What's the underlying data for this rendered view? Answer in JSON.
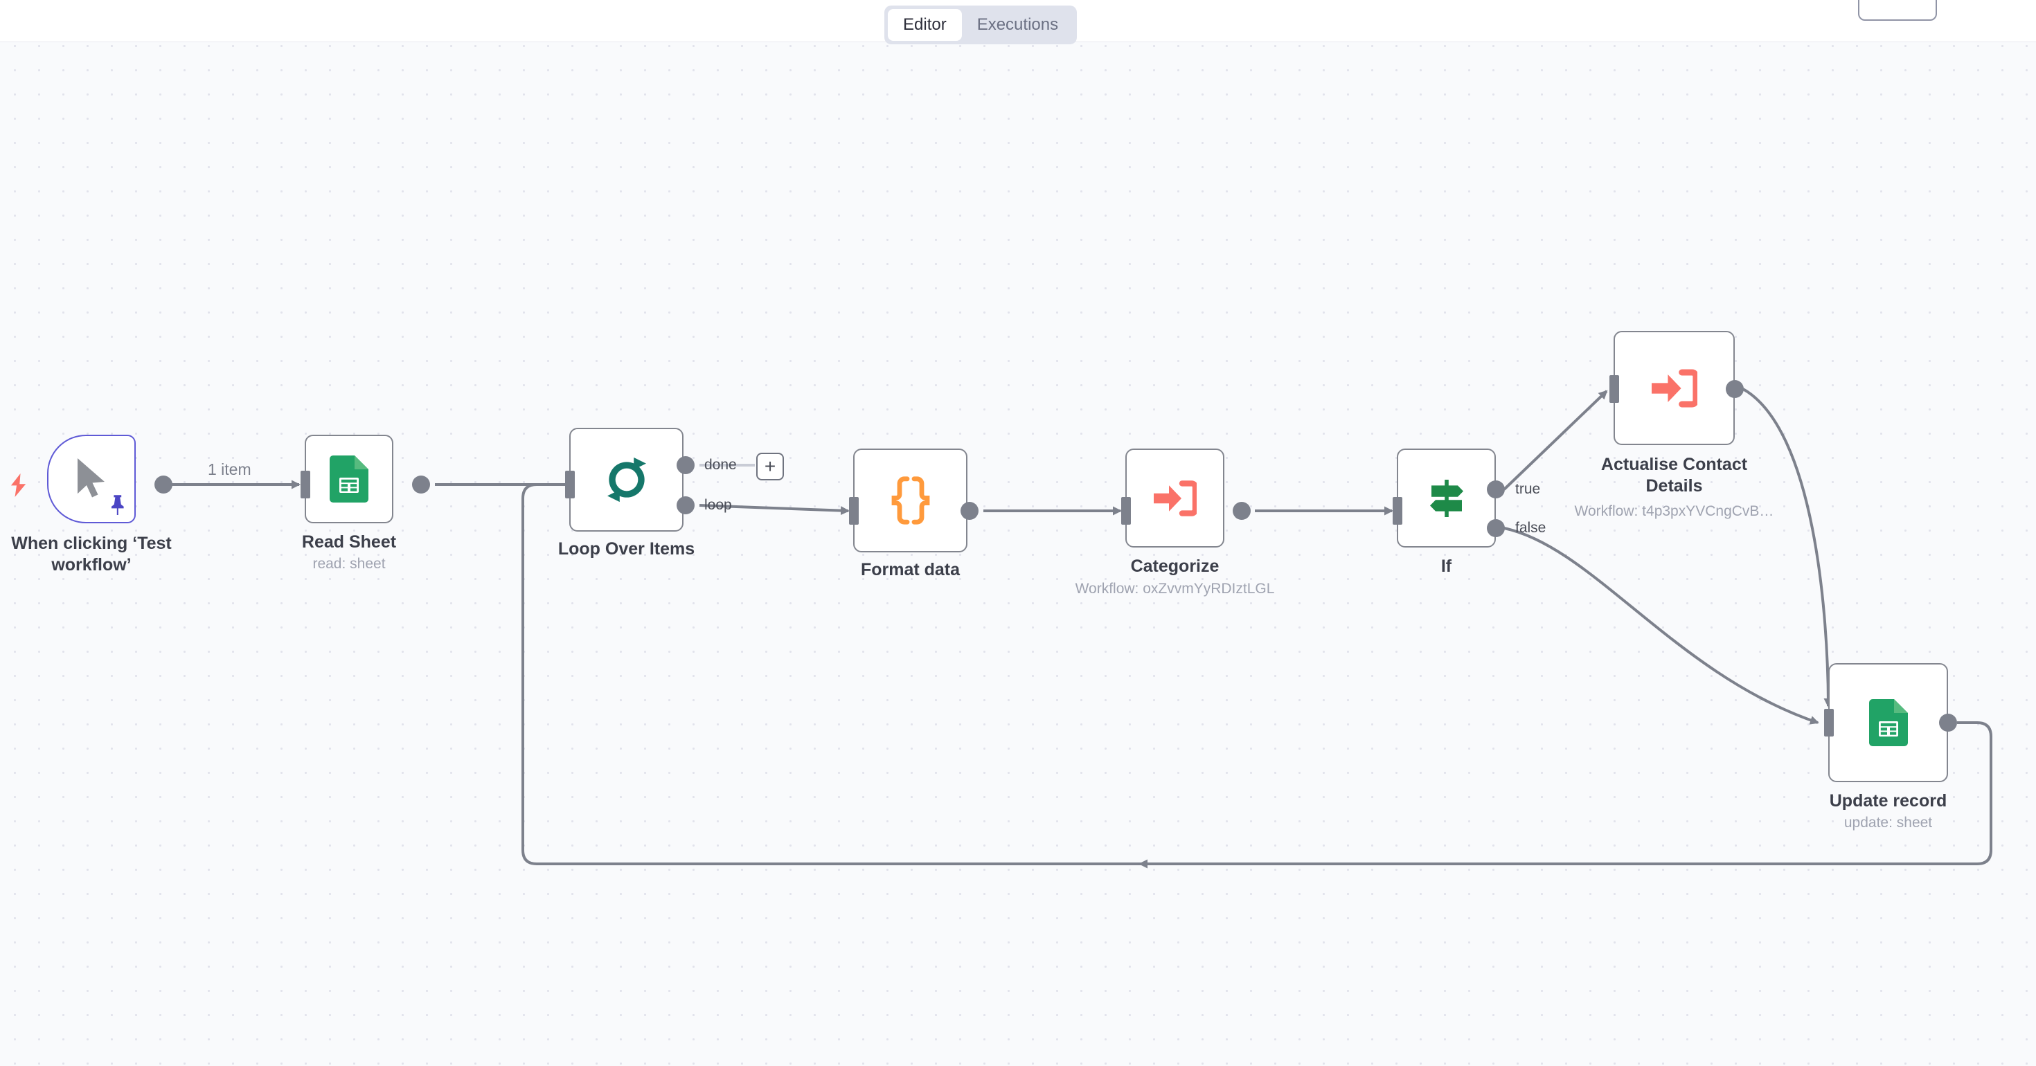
{
  "app": {
    "name": "n8n-workflow-editor",
    "canvas_bg": "#f9fafc",
    "grid_dot_color": "#e2e3ec"
  },
  "topbar": {
    "tabs": [
      {
        "label": "Editor",
        "active": true
      },
      {
        "label": "Executions",
        "active": false
      }
    ],
    "corner_button_label": ""
  },
  "colors": {
    "trigger_accent": "#5f5ad6",
    "node_border": "#83868f",
    "wire": "#7d818c",
    "sheets_green": "#21a366",
    "code_orange": "#ff9a3c",
    "loop_teal": "#15776a",
    "exec_red": "#fa7268",
    "if_green": "#1e8a48",
    "cursor_gray": "#8d9096",
    "pin_purple": "#4b45c4",
    "bolt_orange": "#fa7268"
  },
  "nodes": [
    {
      "id": "trigger",
      "name": "When clicking 'Test workflow'",
      "title": "When clicking ‘Test\nworkflow’",
      "subtitle": "",
      "icon": "cursor-pointer-icon",
      "type": "manual-trigger",
      "pinned": true,
      "has_bolt": true
    },
    {
      "id": "read-sheet",
      "name": "Read Sheet",
      "title": "Read Sheet",
      "subtitle": "read: sheet",
      "icon": "google-sheets-icon",
      "type": "google-sheets"
    },
    {
      "id": "loop-over-items",
      "name": "Loop Over Items",
      "title": "Loop Over Items",
      "subtitle": "",
      "icon": "loop-refresh-icon",
      "type": "split-in-batches",
      "outputs": [
        "done",
        "loop"
      ]
    },
    {
      "id": "format-data",
      "name": "Format data",
      "title": "Format data",
      "subtitle": "",
      "icon": "code-braces-icon",
      "type": "code"
    },
    {
      "id": "categorize",
      "name": "Categorize",
      "title": "Categorize",
      "subtitle": "Workflow: oxZvvmYyRDIztLGL",
      "icon": "execute-workflow-icon",
      "type": "execute-workflow"
    },
    {
      "id": "if",
      "name": "If",
      "title": "If",
      "subtitle": "",
      "icon": "signpost-icon",
      "type": "if",
      "outputs": [
        "true",
        "false"
      ]
    },
    {
      "id": "actualise-contact-details",
      "name": "Actualise Contact Details",
      "title": "Actualise Contact\nDetails",
      "subtitle": "Workflow: t4p3pxYVCngCvB…",
      "icon": "execute-workflow-icon",
      "type": "execute-workflow"
    },
    {
      "id": "update-record",
      "name": "Update record",
      "title": "Update record",
      "subtitle": "update: sheet",
      "icon": "google-sheets-icon",
      "type": "google-sheets"
    }
  ],
  "connections": [
    {
      "from": "trigger",
      "to": "read-sheet",
      "label": "1 item"
    },
    {
      "from": "read-sheet",
      "to": "loop-over-items",
      "label": ""
    },
    {
      "from": "loop-over-items",
      "port": "done",
      "to": "add-placeholder",
      "label": ""
    },
    {
      "from": "loop-over-items",
      "port": "loop",
      "to": "format-data",
      "label": ""
    },
    {
      "from": "format-data",
      "to": "categorize",
      "label": ""
    },
    {
      "from": "categorize",
      "to": "if",
      "label": ""
    },
    {
      "from": "if",
      "port": "true",
      "to": "actualise-contact-details",
      "label": ""
    },
    {
      "from": "if",
      "port": "false",
      "to": "update-record",
      "label": ""
    },
    {
      "from": "actualise-contact-details",
      "to": "update-record",
      "label": ""
    },
    {
      "from": "update-record",
      "to": "loop-over-items",
      "label": ""
    }
  ],
  "add_button": {
    "label": "+"
  }
}
